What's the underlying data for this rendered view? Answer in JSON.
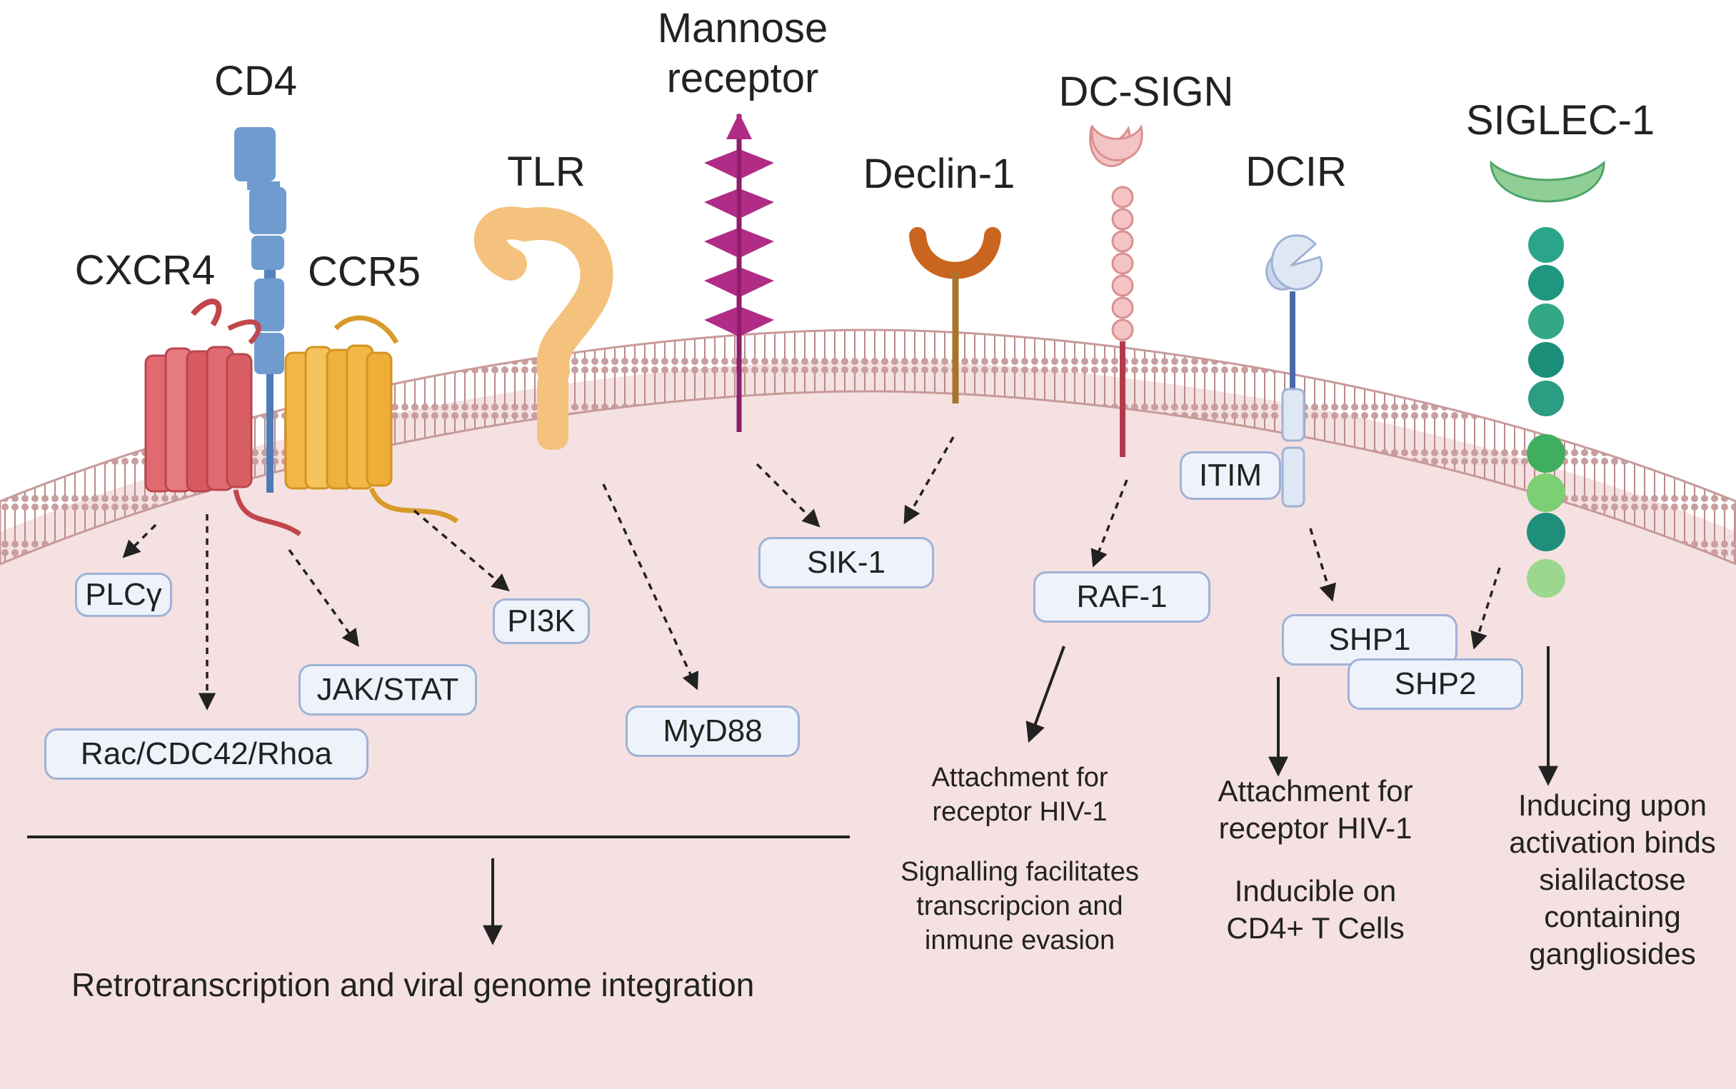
{
  "receptors": {
    "cd4": "CD4",
    "cxcr4": "CXCR4",
    "ccr5": "CCR5",
    "tlr": "TLR",
    "mannose_line1": "Mannose",
    "mannose_line2": "receptor",
    "declin1": "Declin-1",
    "dcsign": "DC-SIGN",
    "dcir": "DCIR",
    "siglec1": "SIGLEC-1"
  },
  "motifs": {
    "itim": "ITIM"
  },
  "effectors": {
    "plcg": "PLCγ",
    "rac": "Rac/CDC42/Rhoa",
    "jakstat": "JAK/STAT",
    "pi3k": "PI3K",
    "myd88": "MyD88",
    "sik1": "SIK-1",
    "raf1": "RAF-1",
    "shp1": "SHP1",
    "shp2": "SHP2"
  },
  "outcomes": {
    "dcsign_attach_1": "Attachment for",
    "dcsign_attach_2": "receptor HIV-1",
    "dcsign_signal_1": "Signalling facilitates",
    "dcsign_signal_2": "transcripcion and",
    "dcsign_signal_3": "inmune evasion",
    "dcir_attach_1": "Attachment for",
    "dcir_attach_2": "receptor HIV-1",
    "dcir_induc_1": "Inducible on",
    "dcir_induc_2": "CD4+ T Cells",
    "siglec_1": "Inducing upon",
    "siglec_2": "activation binds",
    "siglec_3": "sialilactose",
    "siglec_4": "containing",
    "siglec_5": "gangliosides",
    "bottom": "Retrotranscription and viral genome integration"
  },
  "colors": {
    "cell": "#f5e1e1",
    "membrane": "#c89a9a",
    "cd4": "#6f9bcf",
    "cxcr4": "#e06a6f",
    "ccr5": "#f2b746",
    "tlr": "#f4c27c",
    "mannose": "#b02c86",
    "declin1": "#c9651f",
    "dcsign": "#f4c4c4",
    "dcir": "#c9d6ec",
    "siglec1": "#2aa58a",
    "effector_fill": "#eef2fb",
    "effector_border": "#9fb2d6"
  }
}
